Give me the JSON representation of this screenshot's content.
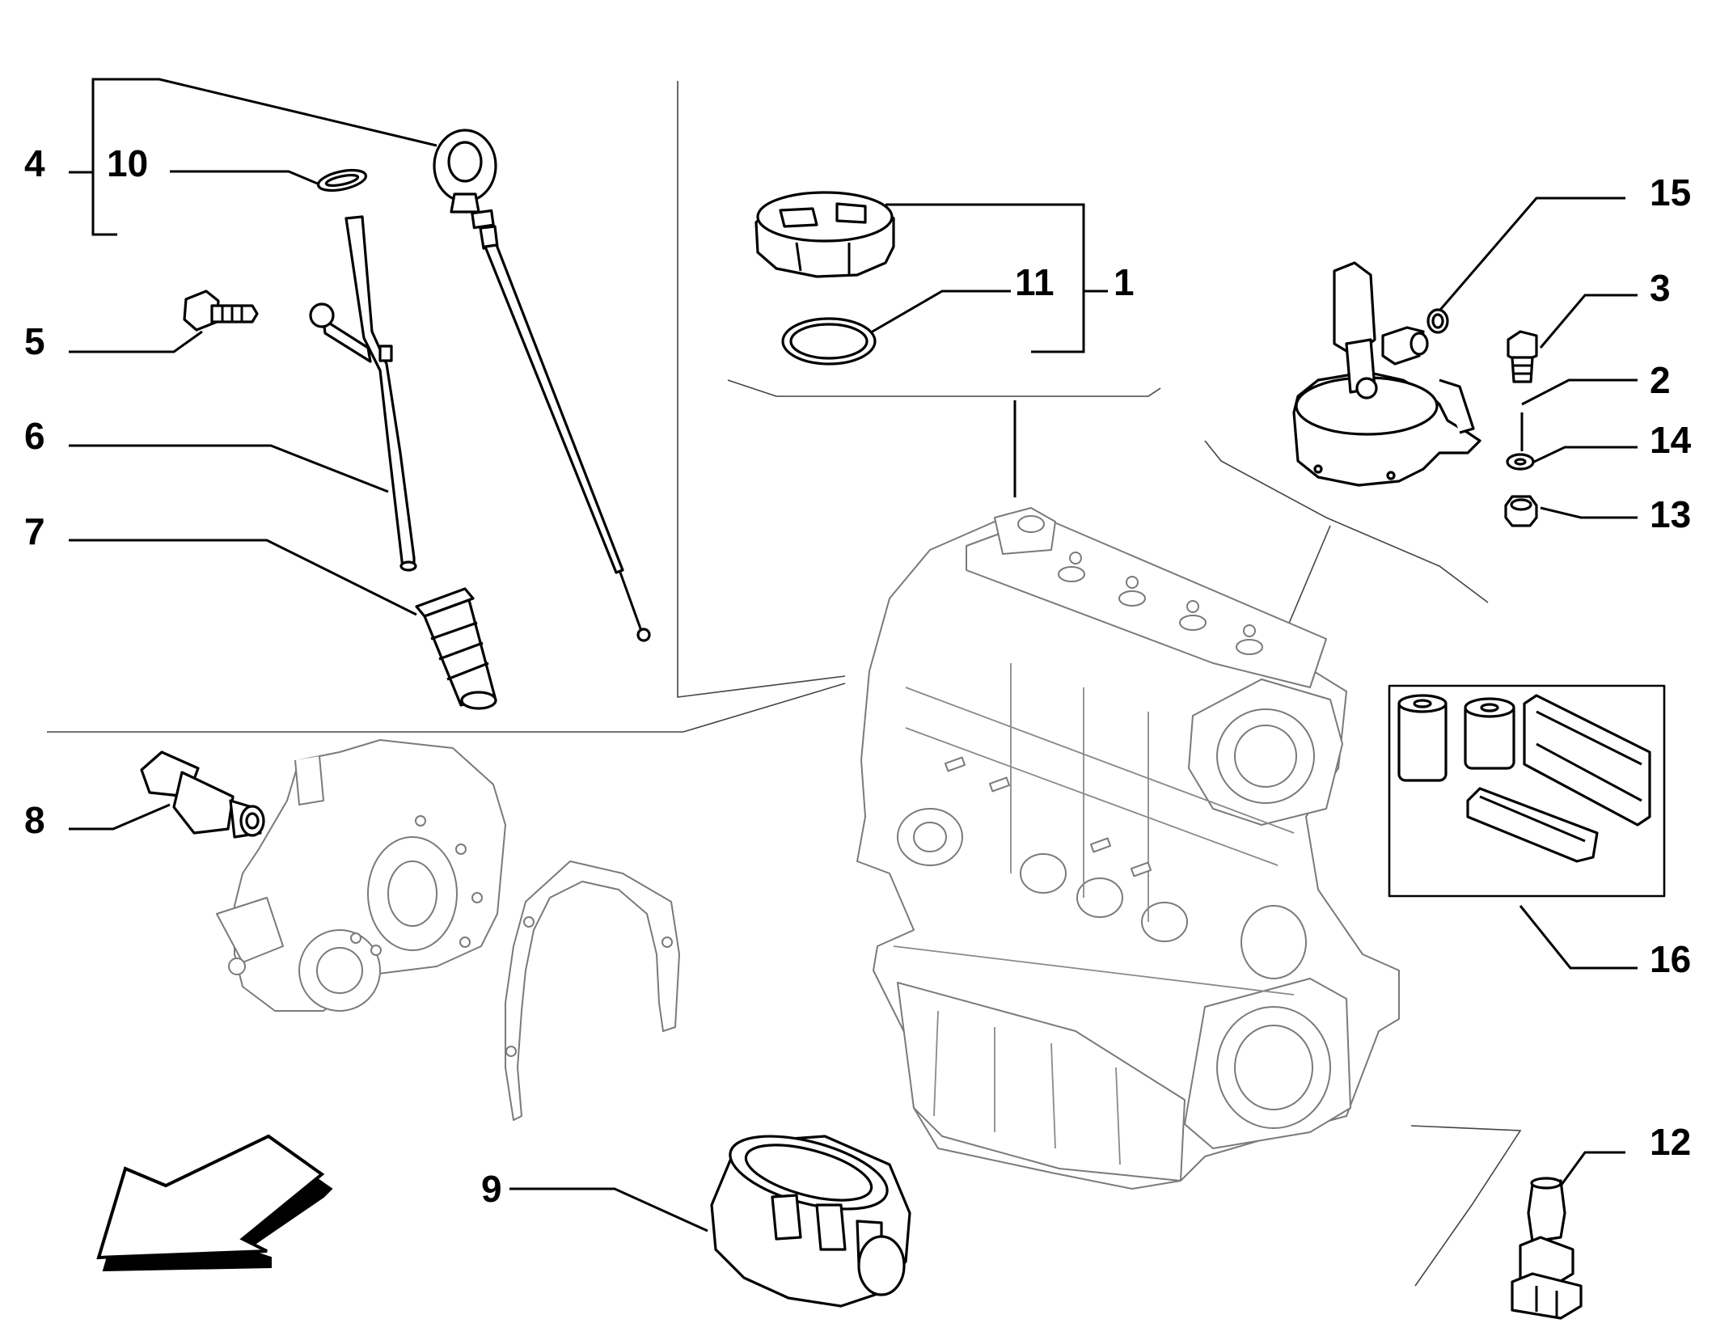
{
  "callouts": [
    {
      "id": "4",
      "text": "4"
    },
    {
      "id": "10",
      "text": "10"
    },
    {
      "id": "5",
      "text": "5"
    },
    {
      "id": "6",
      "text": "6"
    },
    {
      "id": "7",
      "text": "7"
    },
    {
      "id": "8",
      "text": "8"
    },
    {
      "id": "9",
      "text": "9"
    },
    {
      "id": "11",
      "text": "11"
    },
    {
      "id": "1",
      "text": "1"
    },
    {
      "id": "15",
      "text": "15"
    },
    {
      "id": "3",
      "text": "3"
    },
    {
      "id": "2",
      "text": "2"
    },
    {
      "id": "14",
      "text": "14"
    },
    {
      "id": "13",
      "text": "13"
    },
    {
      "id": "16",
      "text": "16"
    },
    {
      "id": "12",
      "text": "12"
    }
  ],
  "colors": {
    "ink": "#000000",
    "hidden_parts": "#7a7a7a",
    "background": "#ffffff"
  },
  "icons": [
    "direction-arrow-icon"
  ]
}
